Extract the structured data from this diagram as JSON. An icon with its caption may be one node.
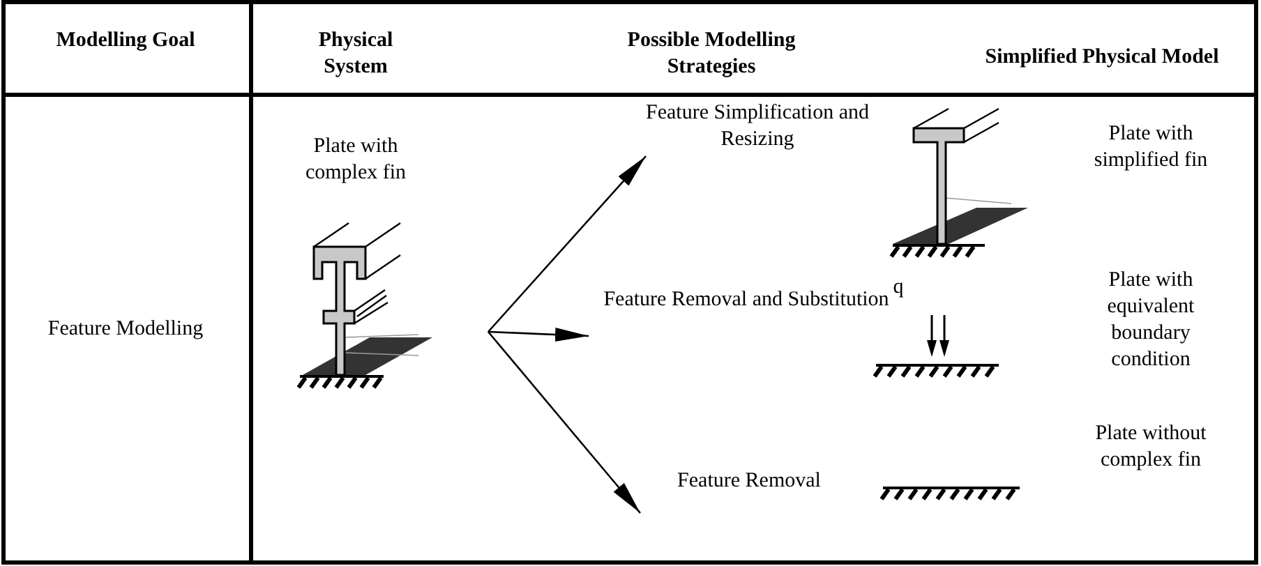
{
  "diagram": {
    "nodes": [
      {
        "text": [
          "Feature Simplification and Resizing"
        ]
      },
      {
        "text": [
          "Feature Removal and Substitution"
        ]
      },
      {
        "text": [
          "Feature Removal"
        ]
      }
    ],
    "edges": [
      {
        "from": null,
        "to": 0,
        "arrow": "to"
      },
      {
        "from": null,
        "to": 1,
        "arrow": "to"
      },
      {
        "from": null,
        "to": 2,
        "arrow": "to"
      }
    ],
    "labels": [
      "Modelling Goal",
      "Physical System",
      "Possible Modelling Strategies",
      "Simplified Physical Model",
      "Plate with complex fin",
      "Plate with simplified fin",
      "Feature Modelling",
      "q",
      "Plate with equivalent boundary condition",
      "Plate without complex fin"
    ]
  }
}
